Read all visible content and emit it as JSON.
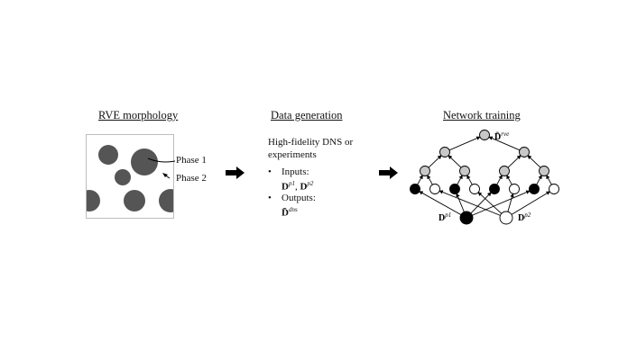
{
  "titles": {
    "rve": "RVE morphology",
    "data": "Data generation",
    "network": "Network training"
  },
  "rve": {
    "phase1": "Phase 1",
    "phase2": "Phase 2"
  },
  "data_generation": {
    "line1": "High-fidelity DNS or",
    "line2": "experiments",
    "bullet": "•",
    "inputs_label": "Inputs:",
    "outputs_label": "Outputs:"
  },
  "math": {
    "D_p1_base": "D",
    "D_p1_sup": "p1",
    "D_p2_base": "D",
    "D_p2_sup": "p2",
    "D_dns_base": "D̄",
    "D_dns_sup": "dns",
    "D_rve_base": "D̄",
    "D_rve_sup": "rve",
    "comma": ", "
  },
  "colors": {
    "inclusion": "#555555",
    "node_gray": "#c8c8c8",
    "node_black": "#000000",
    "node_white": "#ffffff"
  }
}
